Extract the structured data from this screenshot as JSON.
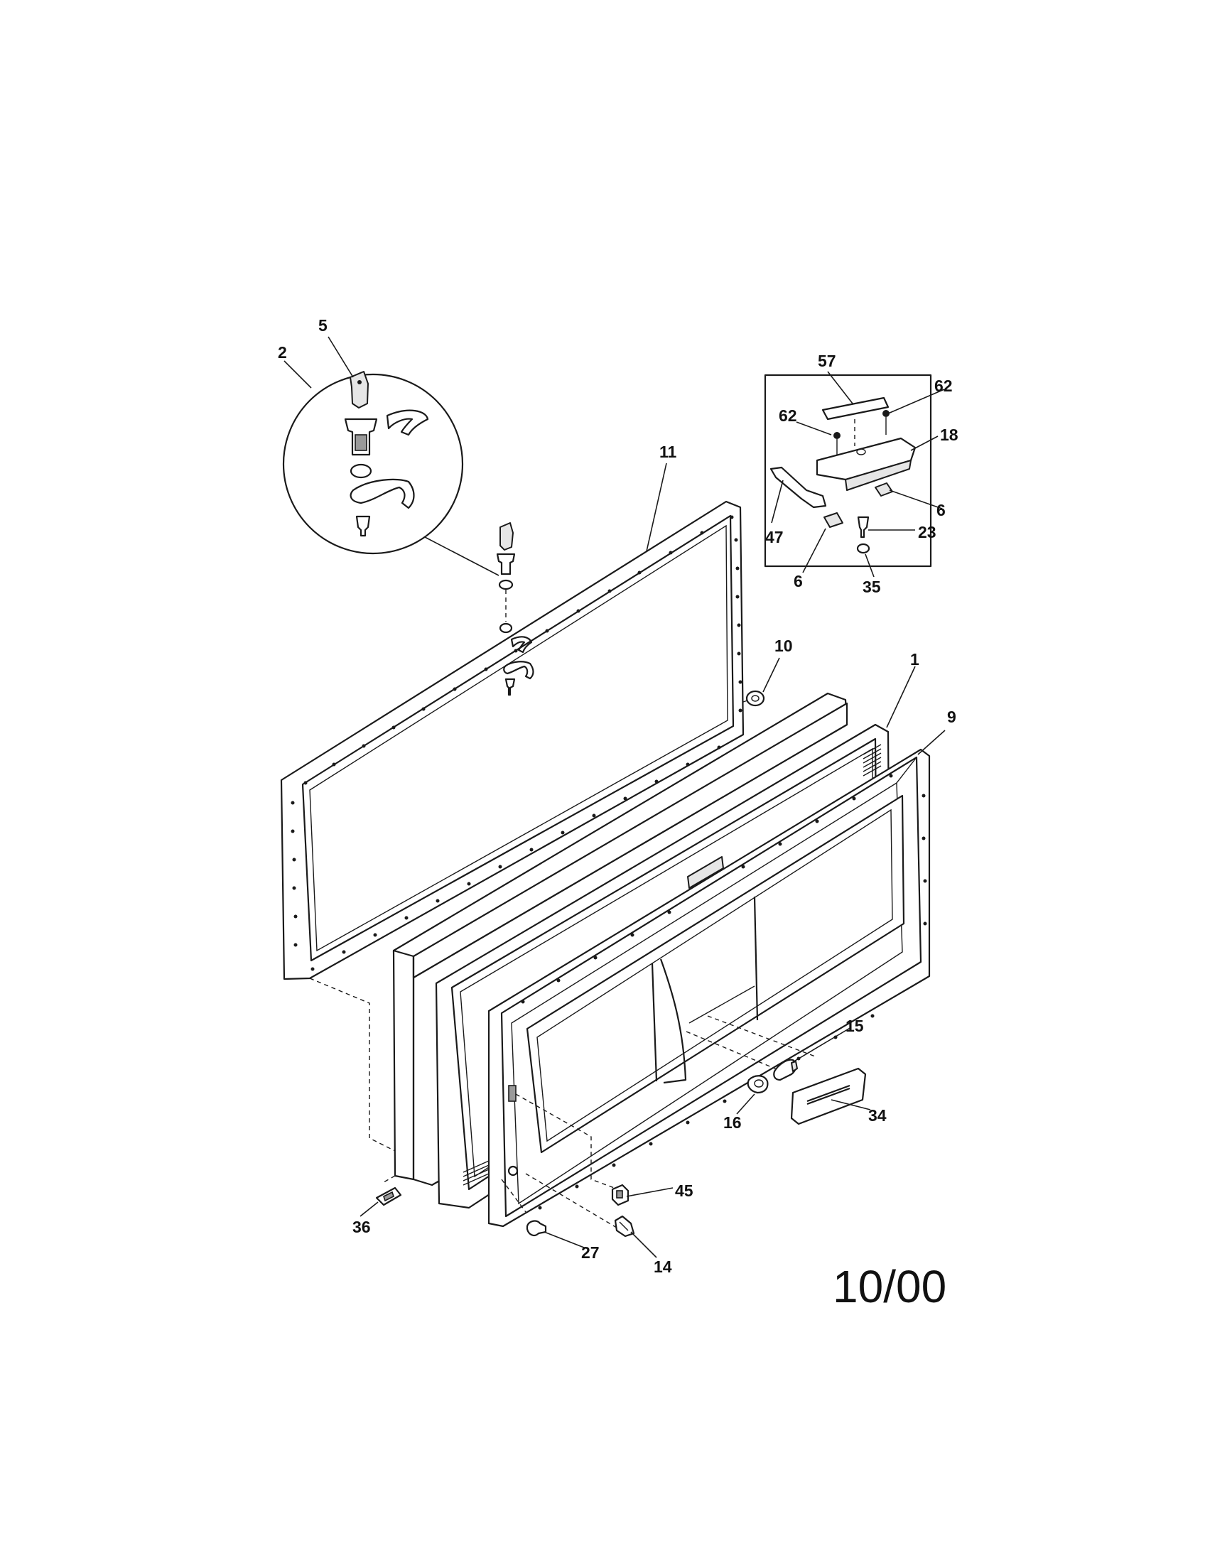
{
  "diagram": {
    "part_labels": {
      "p1": "1",
      "p2": "2",
      "p5": "5",
      "p6a": "6",
      "p6b": "6",
      "p9": "9",
      "p10": "10",
      "p11": "11",
      "p14": "14",
      "p15": "15",
      "p16": "16",
      "p18": "18",
      "p23": "23",
      "p27": "27",
      "p34": "34",
      "p35": "35",
      "p36": "36",
      "p45": "45",
      "p47": "47",
      "p57": "57",
      "p62a": "62",
      "p62b": "62"
    },
    "date_code": "10/00"
  }
}
